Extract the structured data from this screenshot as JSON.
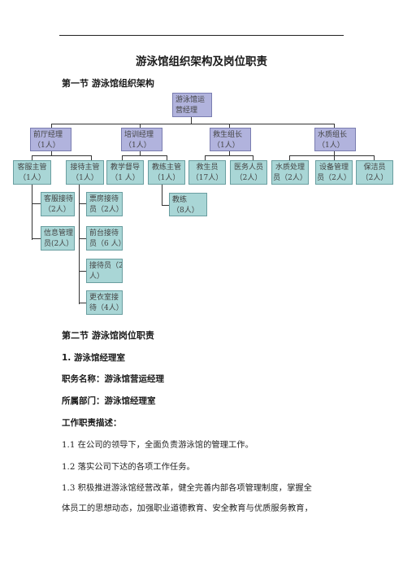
{
  "document": {
    "title": "游泳馆组织架构及岗位职责",
    "section1_heading": "第一节  游泳馆组织架构",
    "section2_heading": "第二节  游泳馆岗位职责",
    "sub1_heading": "1. 游泳馆经理室",
    "job_name": "职务名称：游泳馆营运经理",
    "department": "所属部门：游泳馆经理室",
    "duties_heading": "工作职责描述：",
    "duty_1_1": "1.1 在公司的领导下，全面负责游泳馆的管理工作。",
    "duty_1_2": "1.2 落实公司下达的各项工作任务。",
    "duty_1_3_line1": "1.3 积极推进游泳馆经营改革，健全完善内部各项管理制度，掌握全",
    "duty_1_3_line2": "体员工的思想动态，加强职业道德教育、安全教育与优质服务教育，"
  },
  "org_chart": {
    "top": {
      "line1": "游泳馆运",
      "line2": "营经理"
    },
    "managers": [
      {
        "line1": "前厅经理",
        "line2": "（1人）"
      },
      {
        "line1": "培训经理",
        "line2": "（1人）"
      },
      {
        "line1": "救生组长",
        "line2": "（1人）"
      },
      {
        "line1": "水质组长",
        "line2": "（1人）"
      }
    ],
    "staff": [
      {
        "line1": "客服主管",
        "line2": "（1人）"
      },
      {
        "line1": "接待主管",
        "line2": "（1人）"
      },
      {
        "line1": "教学督导",
        "line2": "（1 人）"
      },
      {
        "line1": "教练主管",
        "line2": "（1人）"
      },
      {
        "line1": "救生员",
        "line2": "（17人）"
      },
      {
        "line1": "医务人员",
        "line2": "（2人）"
      },
      {
        "line1": "水质处理",
        "line2": "员（2人）"
      },
      {
        "line1": "设备管理",
        "line2": "员（2人）"
      },
      {
        "line1": "保洁员",
        "line2": "（2人）"
      }
    ],
    "sub_left_a": [
      {
        "line1": "客服接待",
        "line2": "（2人）"
      },
      {
        "line1": "信息管理",
        "line2": "员(2人）"
      }
    ],
    "sub_left_b": [
      {
        "line1": "票房接待",
        "line2": "员（2人）"
      },
      {
        "line1": "前台接待",
        "line2": "员（6 人）"
      },
      {
        "line1": "接待员（2",
        "line2": "人）"
      },
      {
        "line1": "更衣室接",
        "line2": "待（4人）"
      }
    ],
    "sub_coach": {
      "line1": "教练",
      "line2": "（8人）"
    }
  }
}
